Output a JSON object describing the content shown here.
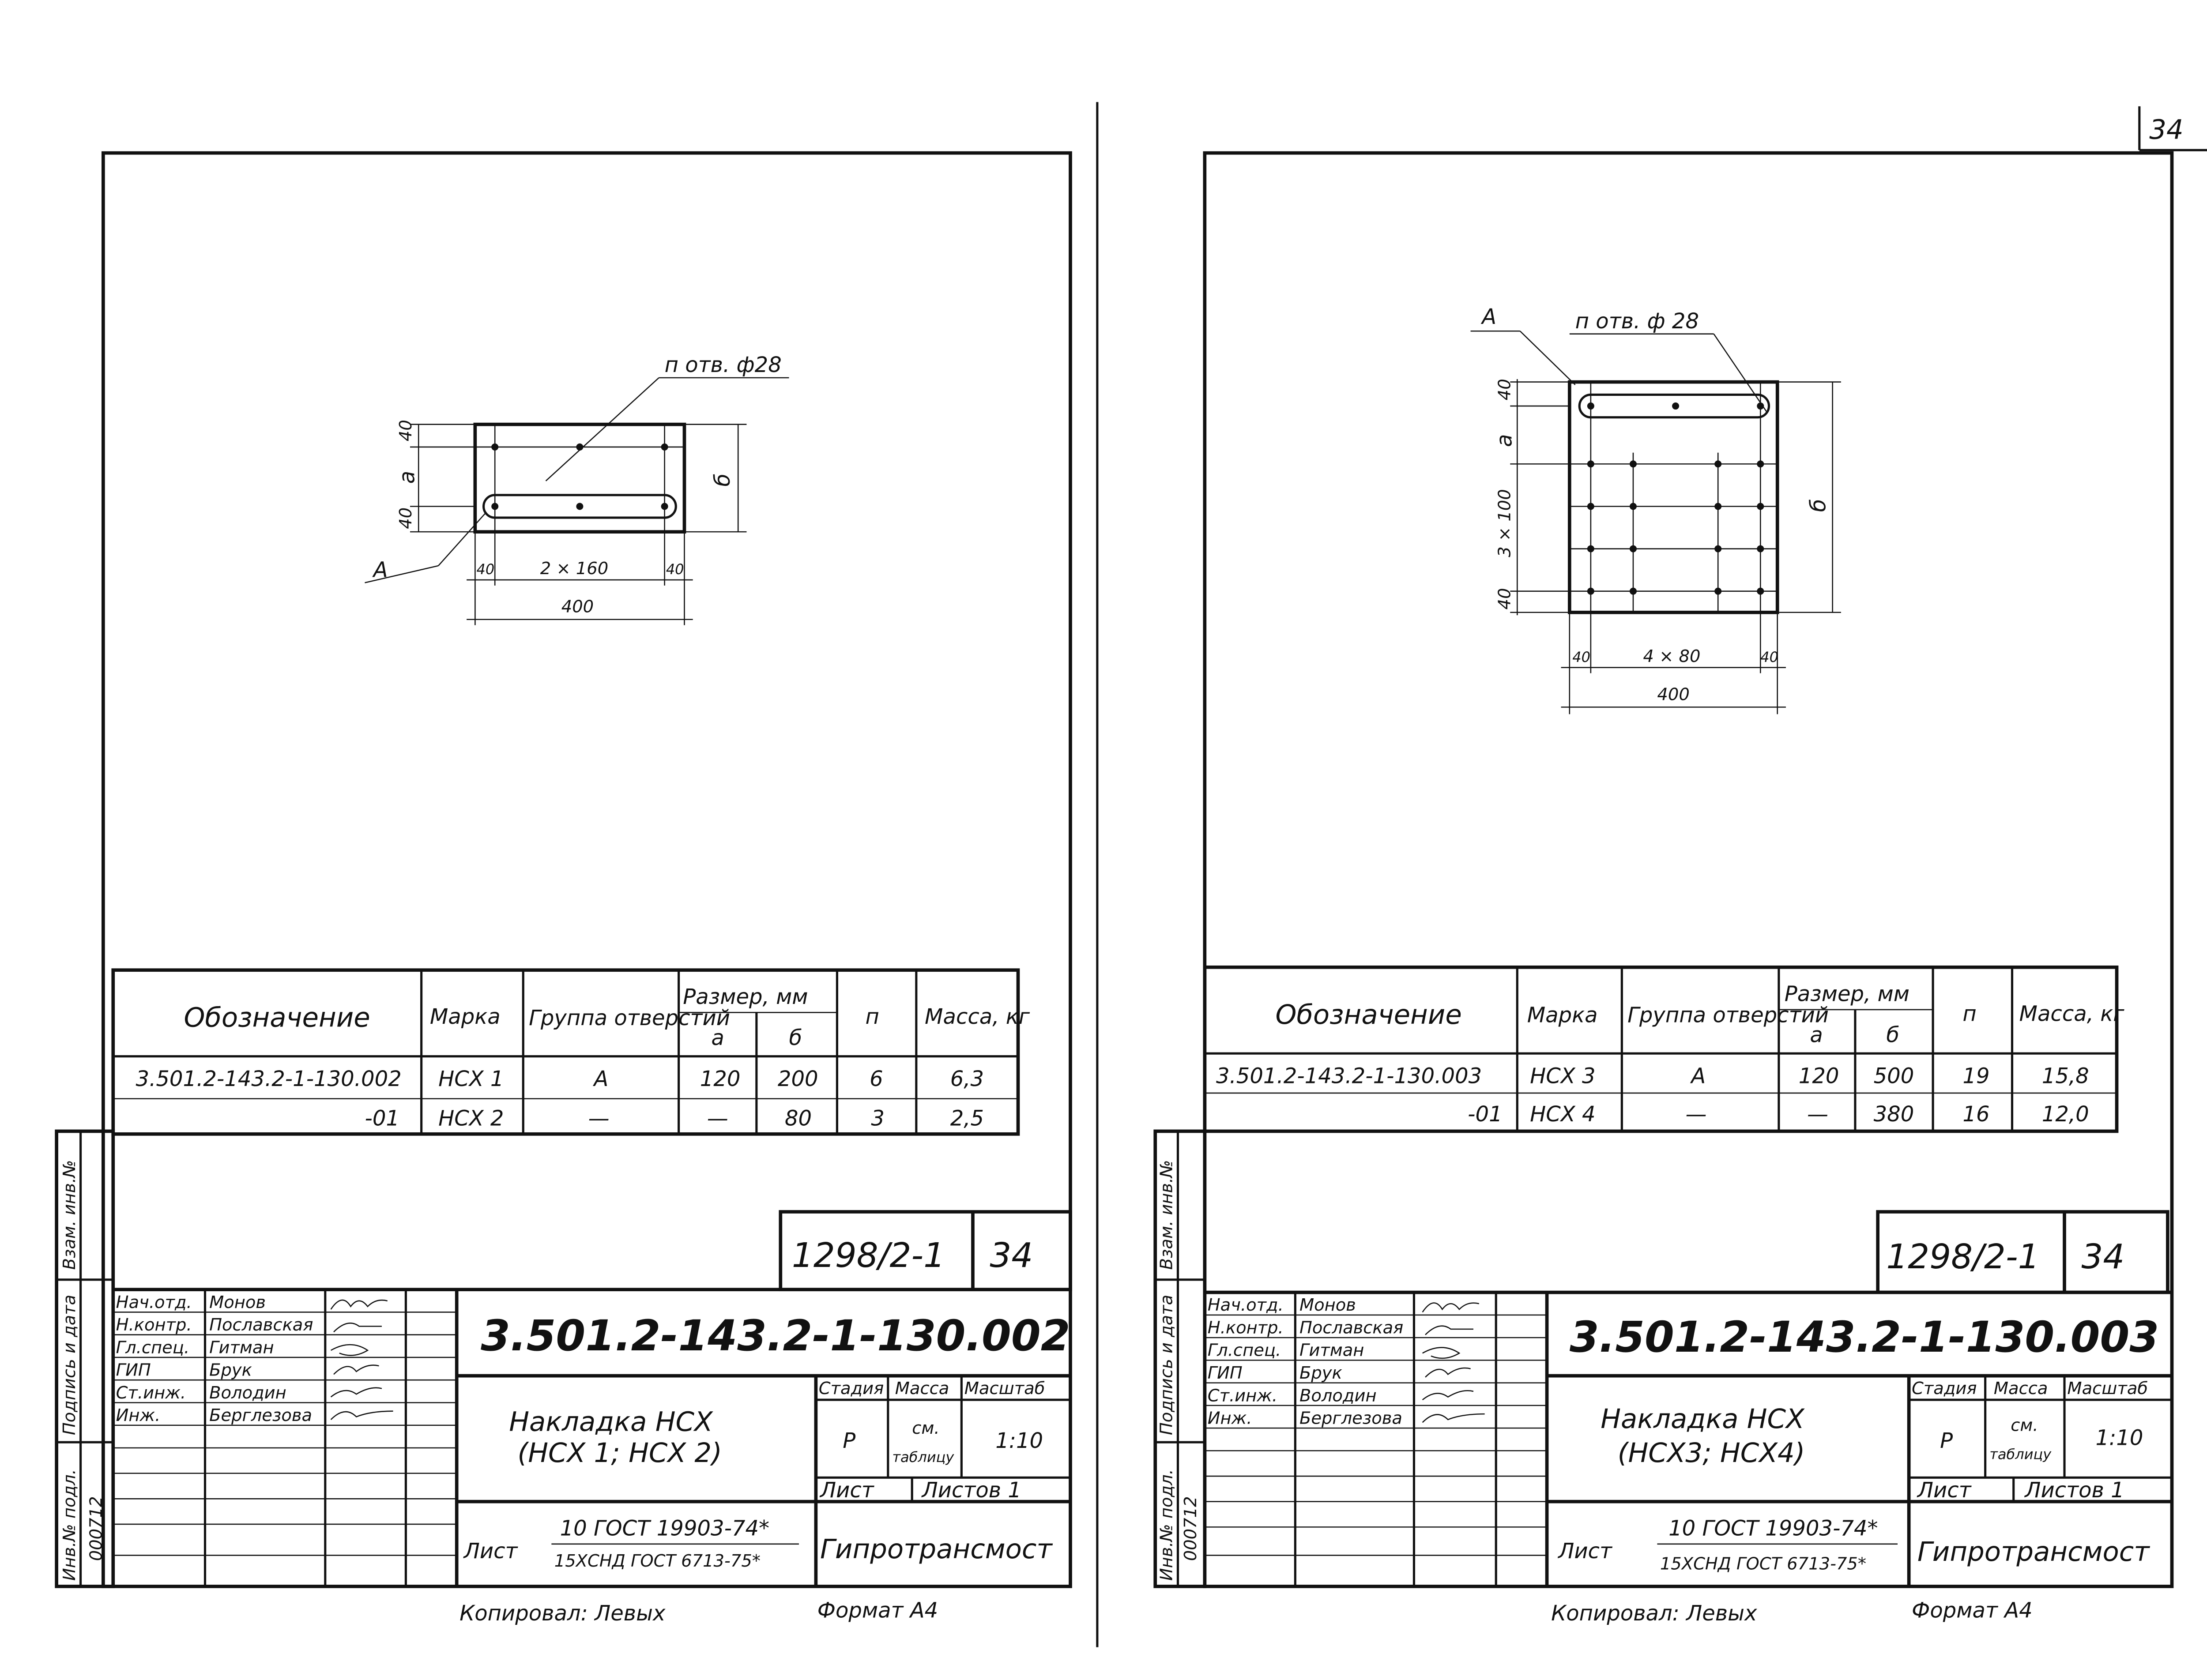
{
  "page_number": "34",
  "sheets": [
    {
      "drawing": {
        "holes_label": "п отв. ф28",
        "mark_a": "А",
        "dim_top": "40",
        "dim_a": "а",
        "dim_bottom": "40",
        "dim_b": "б",
        "dim_left_edge": "40",
        "dim_pitch": "2 × 160",
        "dim_right_edge": "40",
        "dim_width": "400"
      },
      "table": {
        "h_designation": "Обозначение",
        "h_mark": "Марка",
        "h_group": "Группа отверстий",
        "h_size": "Размер, мм",
        "h_a": "а",
        "h_b": "б",
        "h_n": "п",
        "h_mass": "Масса, кг",
        "rows": [
          {
            "code": "3.501.2-143.2-1-130.002",
            "mark": "НСХ 1",
            "group": "А",
            "a": "120",
            "b": "200",
            "n": "6",
            "mass": "6,3"
          },
          {
            "code": "-01",
            "mark": "НСХ 2",
            "group": "—",
            "a": "—",
            "b": "80",
            "n": "3",
            "mass": "2,5"
          }
        ]
      },
      "stamp": {
        "replace_inv": "Взам. инв.№",
        "sign_date": "Подпись и дата",
        "orig_inv": "Инв.№ подл.",
        "inv_number": "000712"
      },
      "title_block": {
        "project": "1298/2-1",
        "sheet_no": "34",
        "code": "3.501.2-143.2-1-130.002",
        "people": [
          {
            "role": "Нач.отд.",
            "name": "Монов"
          },
          {
            "role": "Н.контр.",
            "name": "Пославская"
          },
          {
            "role": "Гл.спец.",
            "name": "Гитман"
          },
          {
            "role": "ГИП",
            "name": "Брук"
          },
          {
            "role": "Ст.инж.",
            "name": "Володин"
          },
          {
            "role": "Инж.",
            "name": "Берглезова"
          }
        ],
        "name_line1": "Накладка НСХ",
        "name_line2": "(НСХ 1; НСХ 2)",
        "stage_h": "Стадия",
        "mass_h": "Масса",
        "scale_h": "Масштаб",
        "stage": "Р",
        "mass_1": "см.",
        "mass_2": "таблицу",
        "scale": "1:10",
        "sheet_h": "Лист",
        "sheets_h": "Листов 1",
        "material_h": "Лист",
        "material_1": "10 ГОСТ 19903-74*",
        "material_2": "15ХСНД ГОСТ 6713-75*",
        "org": "Гипротрансмост"
      },
      "footer": {
        "copied": "Копировал: Левых",
        "format": "Формат А4"
      }
    },
    {
      "drawing": {
        "holes_label": "п отв. ф 28",
        "mark_a": "А",
        "dim_top": "40",
        "dim_a": "а",
        "dim_pitch_v": "3 × 100",
        "dim_bottom": "40",
        "dim_b": "б",
        "dim_left_edge": "40",
        "dim_pitch": "4 × 80",
        "dim_right_edge": "40",
        "dim_width": "400"
      },
      "table": {
        "h_designation": "Обозначение",
        "h_mark": "Марка",
        "h_group": "Группа отверстий",
        "h_size": "Размер, мм",
        "h_a": "а",
        "h_b": "б",
        "h_n": "п",
        "h_mass": "Масса, кг",
        "rows": [
          {
            "code": "3.501.2-143.2-1-130.003",
            "mark": "НСХ 3",
            "group": "А",
            "a": "120",
            "b": "500",
            "n": "19",
            "mass": "15,8"
          },
          {
            "code": "-01",
            "mark": "НСХ 4",
            "group": "—",
            "a": "—",
            "b": "380",
            "n": "16",
            "mass": "12,0"
          }
        ]
      },
      "stamp": {
        "replace_inv": "Взам. инв.№",
        "sign_date": "Подпись и дата",
        "orig_inv": "Инв.№ подл.",
        "inv_number": "000712"
      },
      "title_block": {
        "project": "1298/2-1",
        "sheet_no": "34",
        "code": "3.501.2-143.2-1-130.003",
        "people": [
          {
            "role": "Нач.отд.",
            "name": "Монов"
          },
          {
            "role": "Н.контр.",
            "name": "Пославская"
          },
          {
            "role": "Гл.спец.",
            "name": "Гитман"
          },
          {
            "role": "ГИП",
            "name": "Брук"
          },
          {
            "role": "Ст.инж.",
            "name": "Володин"
          },
          {
            "role": "Инж.",
            "name": "Берглезова"
          }
        ],
        "name_line1": "Накладка НСХ",
        "name_line2": "(НСХ3; НСХ4)",
        "stage_h": "Стадия",
        "mass_h": "Масса",
        "scale_h": "Масштаб",
        "stage": "Р",
        "mass_1": "см.",
        "mass_2": "таблицу",
        "scale": "1:10",
        "sheet_h": "Лист",
        "sheets_h": "Листов 1",
        "material_h": "Лист",
        "material_1": "10 ГОСТ 19903-74*",
        "material_2": "15ХСНД ГОСТ 6713-75*",
        "org": "Гипротрансмост"
      },
      "footer": {
        "copied": "Копировал: Левых",
        "format": "Формат А4"
      }
    }
  ]
}
